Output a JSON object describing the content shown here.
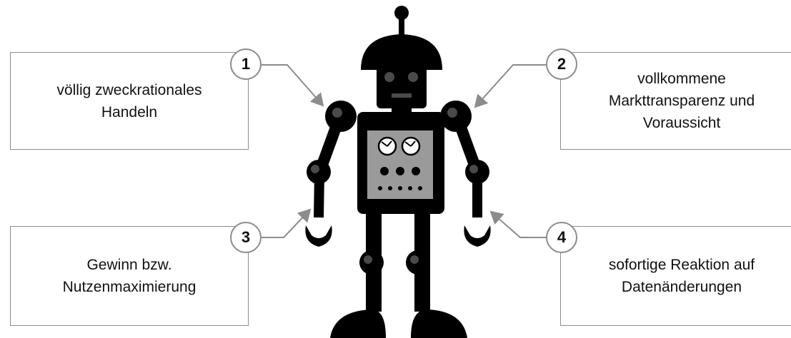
{
  "boxes": [
    {
      "number": "1",
      "lines": [
        "völlig zweckrationales",
        "Handeln"
      ]
    },
    {
      "number": "2",
      "lines": [
        "vollkommene",
        "Markttransparenz und",
        "Voraussicht"
      ]
    },
    {
      "number": "3",
      "lines": [
        "Gewinn bzw.",
        "Nutzenmaximierung"
      ]
    },
    {
      "number": "4",
      "lines": [
        "sofortige Reaktion auf",
        "Datenänderungen"
      ]
    }
  ],
  "colors": {
    "robot": "#000000",
    "robot_joint": "#4a4a4a",
    "panel": "#9a9a9a",
    "border": "#8c8c8c",
    "arrow": "#8c8c8c"
  },
  "icons": [
    "robot-icon"
  ]
}
